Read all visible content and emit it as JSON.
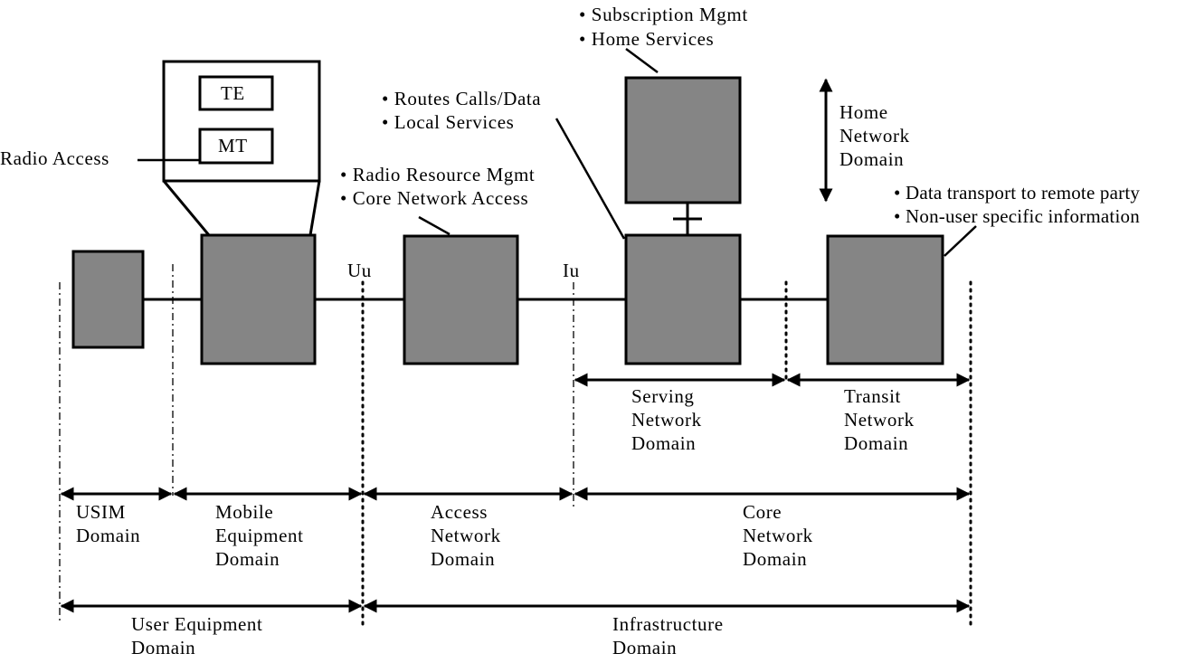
{
  "blocks": {
    "te": "TE",
    "mt": "MT"
  },
  "reference_points": {
    "uu": "Uu",
    "iu": "Iu"
  },
  "callouts": {
    "radio_access": "Radio Access",
    "access_network_1": "• Radio Resource Mgmt",
    "access_network_2": "• Core Network Access",
    "serving_network_1": "• Routes Calls/Data",
    "serving_network_2": "• Local Services",
    "home_network_1": "• Subscription Mgmt",
    "home_network_2": "• Home Services",
    "transit_network_1": "• Data transport to remote party",
    "transit_network_2": "• Non-user specific information"
  },
  "domains": {
    "home_network": "Home\nNetwork\nDomain",
    "serving_network": "Serving\nNetwork\nDomain",
    "transit_network": "Transit\nNetwork\nDomain",
    "usim": "USIM\nDomain",
    "mobile_equipment": "Mobile\nEquipment\nDomain",
    "access_network": "Access\nNetwork\nDomain",
    "core_network": "Core\nNetwork\nDomain",
    "user_equipment": "User Equipment\nDomain",
    "infrastructure": "Infrastructure\nDomain"
  }
}
